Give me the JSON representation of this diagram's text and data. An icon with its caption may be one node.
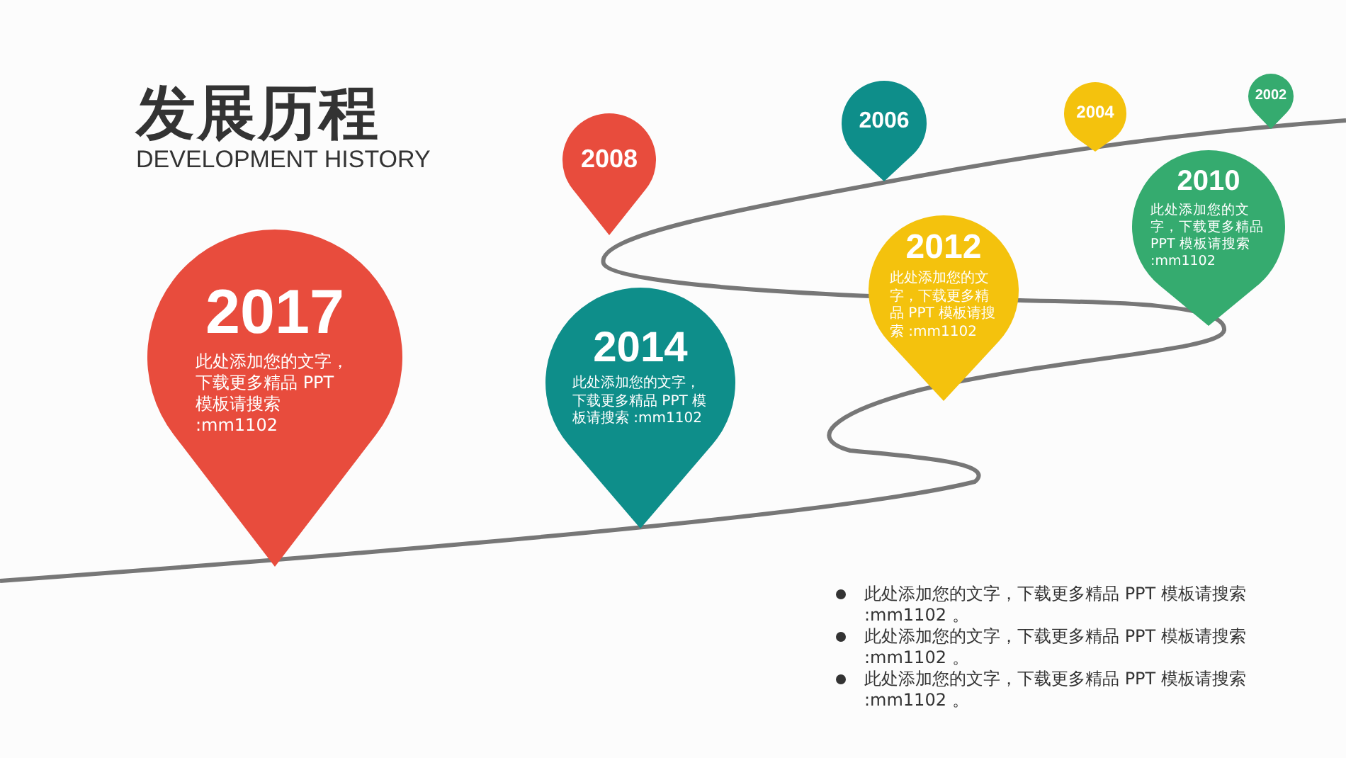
{
  "diagram": {
    "title": "发展历程",
    "nodes": [
      {
        "text": [
          "2017",
          "此处添加您的文字，下载更多精品 PPT 模板请搜索 :mm1102"
        ]
      },
      {
        "text": [
          "2008"
        ]
      },
      {
        "text": [
          "2006"
        ]
      },
      {
        "text": [
          "2004"
        ]
      },
      {
        "text": [
          "2002"
        ]
      },
      {
        "text": [
          "2014",
          "此处添加您的文字，下载更多精品 PPT 模板请搜索 :mm1102"
        ]
      },
      {
        "text": [
          "2010",
          "此处添加您的文字，下载更多精品 PPT 模板请搜索 :mm1102"
        ]
      },
      {
        "text": [
          "2012",
          "此处添加您的文字，下载更多精品 PPT 模板请搜索 :mm1102"
        ]
      }
    ],
    "edges": [],
    "labels": [
      "DEVELOPMENT HISTORY",
      "此处添加您的文字，下载更多精品 PPT 模板请搜索 :mm1102 。",
      "此处添加您的文字，下载更多精品 PPT 模板请搜索 :mm1102 。",
      "此处添加您的文字，下载更多精品 PPT 模板请搜索 :mm1102 。"
    ]
  }
}
